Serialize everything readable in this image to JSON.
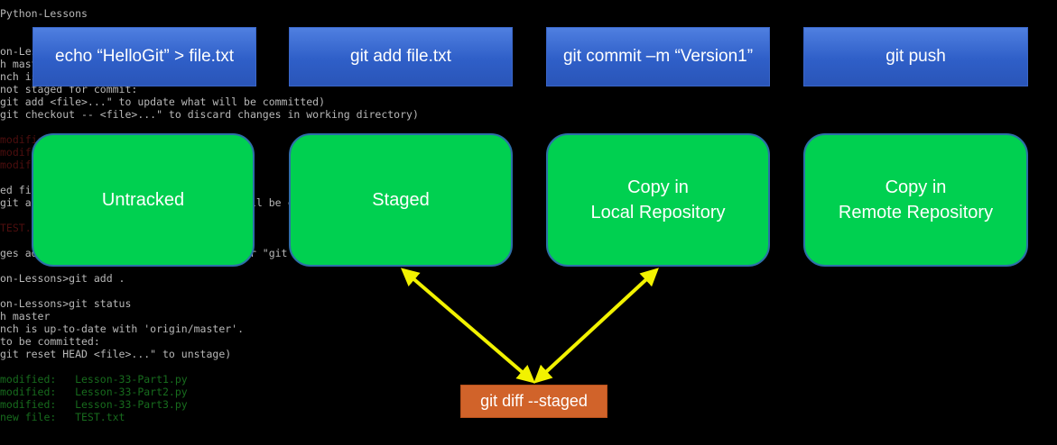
{
  "terminal": {
    "lines": [
      {
        "text": "Python-Lessons",
        "tone": "dim"
      },
      {
        "text": "",
        "tone": "dim"
      },
      {
        "text": "on-Lessons>git status",
        "tone": "dim"
      },
      {
        "text": "h master",
        "tone": "dim"
      },
      {
        "text": "nch is up-to-date with 'origin/master'.",
        "tone": "dim"
      },
      {
        "text": "not staged for commit:",
        "tone": "dim"
      },
      {
        "text": "git add <file>...\" to update what will be committed)",
        "tone": "dim"
      },
      {
        "text": "git checkout -- <file>...\" to discard changes in working directory)",
        "tone": "dim"
      },
      {
        "text": "",
        "tone": "dim"
      },
      {
        "text": "modified:   Lesson-33-Part1.py",
        "tone": "red"
      },
      {
        "text": "modified:   Lesson-33-Part2.py",
        "tone": "red"
      },
      {
        "text": "modified:   Lesson-33-Part3.py",
        "tone": "red"
      },
      {
        "text": "",
        "tone": "dim"
      },
      {
        "text": "ed files:",
        "tone": "dim"
      },
      {
        "text": "git add <file>...\" to include in what will be committed)",
        "tone": "dim"
      },
      {
        "text": "",
        "tone": "dim"
      },
      {
        "text": "TEST.txt",
        "tone": "red"
      },
      {
        "text": "",
        "tone": "dim"
      },
      {
        "text": "ges added to commit (use \"git add\" and/or \"git commit -a\")",
        "tone": "dim"
      },
      {
        "text": "",
        "tone": "dim"
      },
      {
        "text": "on-Lessons>git add .",
        "tone": "dim"
      },
      {
        "text": "",
        "tone": "dim"
      },
      {
        "text": "on-Lessons>git status",
        "tone": "dim"
      },
      {
        "text": "h master",
        "tone": "dim"
      },
      {
        "text": "nch is up-to-date with 'origin/master'.",
        "tone": "dim"
      },
      {
        "text": "to be committed:",
        "tone": "dim"
      },
      {
        "text": "git reset HEAD <file>...\" to unstage)",
        "tone": "dim"
      },
      {
        "text": "",
        "tone": "dim"
      },
      {
        "text": "modified:   Lesson-33-Part1.py",
        "tone": "green"
      },
      {
        "text": "modified:   Lesson-33-Part2.py",
        "tone": "green"
      },
      {
        "text": "modified:   Lesson-33-Part3.py",
        "tone": "green"
      },
      {
        "text": "new file:   TEST.txt",
        "tone": "green"
      }
    ]
  },
  "commands": {
    "echo": "echo “HelloGit” > file.txt",
    "add": "git add file.txt",
    "commit": "git commit –m “Version1”",
    "push": "git push"
  },
  "states": {
    "untracked": {
      "line1": "Untracked"
    },
    "staged": {
      "line1": "Staged"
    },
    "local": {
      "line1": "Copy in",
      "line2": "Local Repository"
    },
    "remote": {
      "line1": "Copy in",
      "line2": "Remote Repository"
    }
  },
  "diff": {
    "label": "git diff --staged"
  },
  "colors": {
    "command_box": "#2f5fc8",
    "state_box": "#00d050",
    "diff_box": "#d1632a",
    "arrow": "#f2f200"
  }
}
